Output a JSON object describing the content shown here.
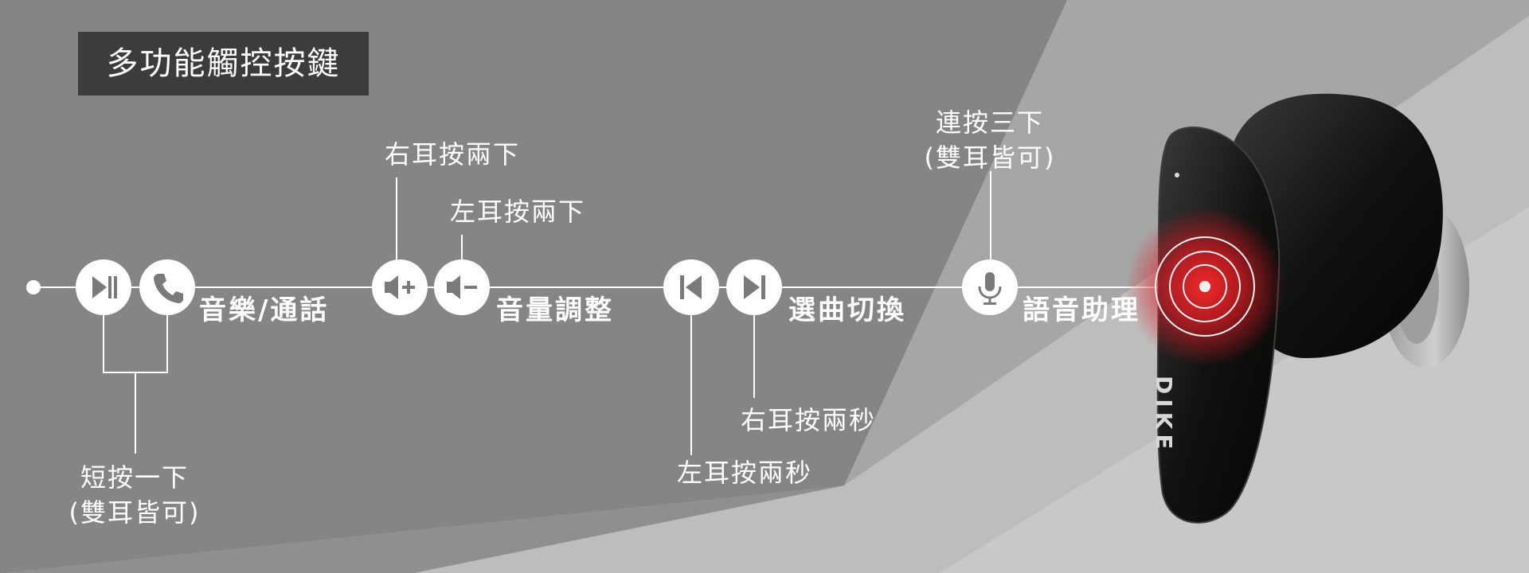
{
  "title": "多功能觸控按鍵",
  "groups": {
    "play_call": {
      "label": "音樂/通話",
      "note_line1": "短按一下",
      "note_line2": "(雙耳皆可)",
      "icons": [
        "play-pause-icon",
        "phone-icon"
      ]
    },
    "volume": {
      "label": "音量調整",
      "note_right": "右耳按兩下",
      "note_left": "左耳按兩下",
      "icons": [
        "volume-up-icon",
        "volume-down-icon"
      ]
    },
    "track": {
      "label": "選曲切換",
      "note_left": "左耳按兩秒",
      "note_right": "右耳按兩秒",
      "icons": [
        "previous-track-icon",
        "next-track-icon"
      ]
    },
    "assistant": {
      "label": "語音助理",
      "note_line1": "連按三下",
      "note_line2": "(雙耳皆可)",
      "icons": [
        "microphone-icon"
      ]
    }
  },
  "earbud": {
    "brand": "DIKE",
    "touch_glow_color": "#e01b22"
  },
  "colors": {
    "title_box": "#3c3c3c",
    "line": "#ffffff",
    "icon_bg": "#ffffff",
    "icon_fg": "#7a7a7a"
  }
}
